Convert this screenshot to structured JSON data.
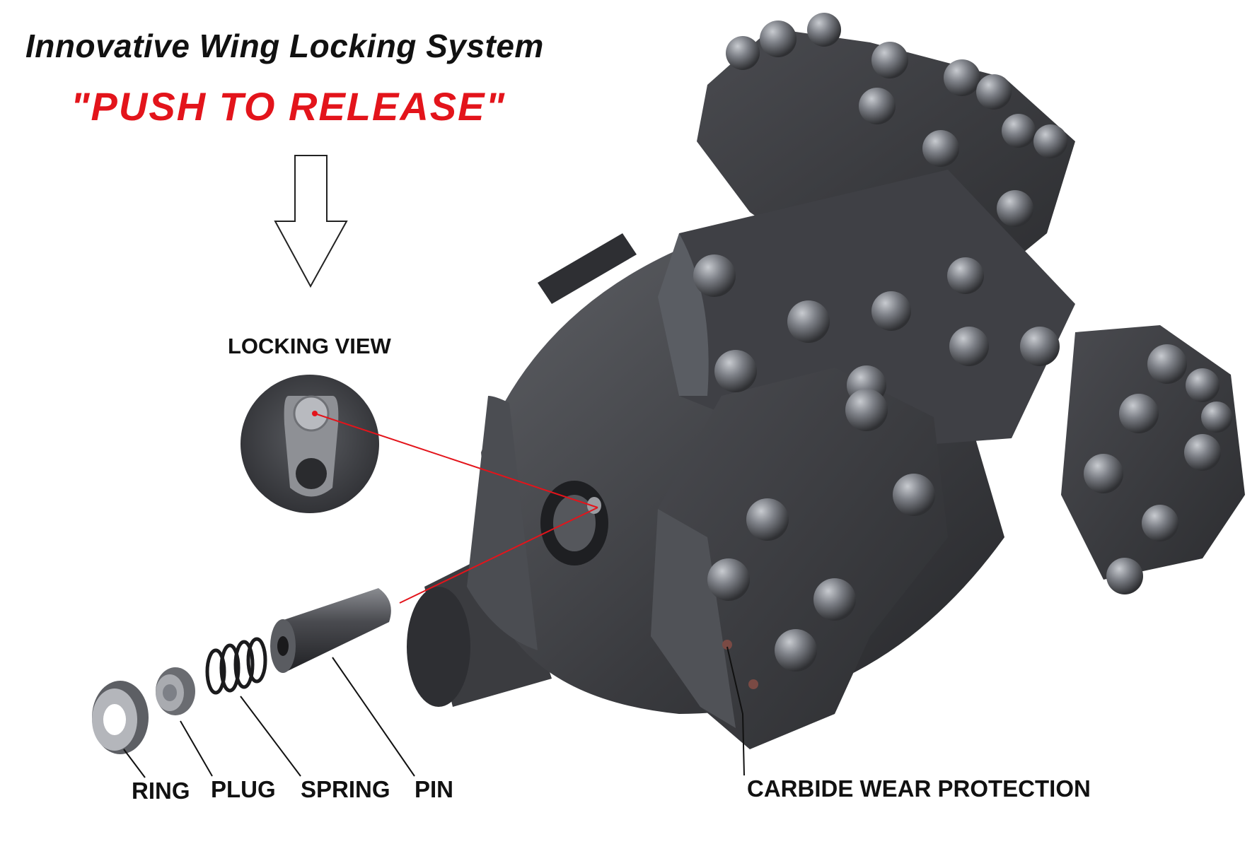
{
  "header": {
    "title": "Innovative Wing Locking System",
    "subtitle": "\"PUSH TO RELEASE\""
  },
  "labels": {
    "locking_view": "LOCKING VIEW",
    "ring": "RING",
    "plug": "PLUG",
    "spring": "SPRING",
    "pin": "PIN",
    "carbide": "CARBIDE WEAR PROTECTION"
  },
  "colors": {
    "accent_red": "#e3141b",
    "steel_dark": "#3a3b3f",
    "steel_mid": "#55575c",
    "carbide_button": "#7d8087",
    "background": "#ffffff"
  },
  "icons": {
    "direction": "down-arrow-outline-icon"
  }
}
